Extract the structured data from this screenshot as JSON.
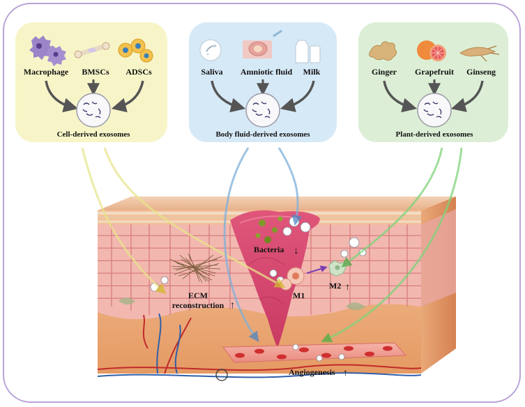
{
  "panels": [
    {
      "id": "cell",
      "title": "Cell-derived exosomes",
      "bg": "#f7f5c8",
      "sources": [
        "Macrophage",
        "BMSCs",
        "ADSCs"
      ],
      "source_icons": [
        "macrophage-icon",
        "bmsc-icon",
        "adsc-icon"
      ]
    },
    {
      "id": "fluid",
      "title": "Body fluid-derived exosomes",
      "bg": "#d6e9f7",
      "sources": [
        "Saliva",
        "Amniotic fluid",
        "Milk"
      ],
      "source_icons": [
        "saliva-icon",
        "amniotic-fluid-icon",
        "milk-icon"
      ]
    },
    {
      "id": "plant",
      "title": "Plant-derived exosomes",
      "bg": "#dcefd6",
      "sources": [
        "Ginger",
        "Grapefruit",
        "Ginseng"
      ],
      "source_icons": [
        "ginger-icon",
        "grapefruit-icon",
        "ginseng-icon"
      ]
    }
  ],
  "skin": {
    "labels": {
      "bacteria": "Bacteria",
      "m1": "M1",
      "m2": "M2",
      "ecm_line1": "ECM",
      "ecm_line2": "reconstruction",
      "angiogenesis": "Angiogenesis"
    },
    "arrows": {
      "down": "↓",
      "up": "↑"
    }
  },
  "colors": {
    "frame": "#b8a3d8",
    "wound": "#d8456e",
    "cell_arrow": "#e8e58a",
    "fluid_arrow": "#7eb0da",
    "plant_arrow": "#7fd37a"
  }
}
